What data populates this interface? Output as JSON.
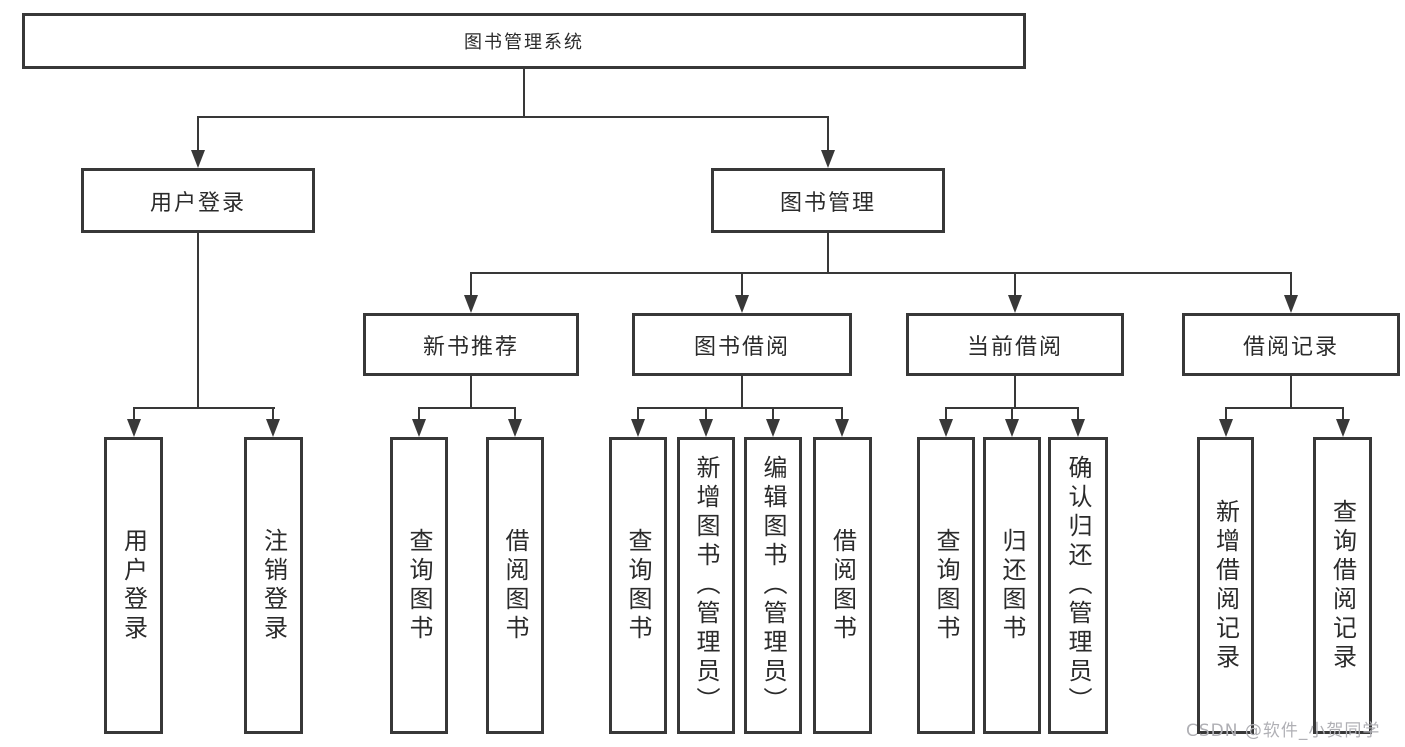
{
  "tree": {
    "label": "图书管理系统",
    "children": [
      {
        "label": "用户登录",
        "children": [
          {
            "label": "用户登录"
          },
          {
            "label": "注销登录"
          }
        ]
      },
      {
        "label": "图书管理",
        "children": [
          {
            "label": "新书推荐",
            "children": [
              {
                "label": "查询图书"
              },
              {
                "label": "借阅图书"
              }
            ]
          },
          {
            "label": "图书借阅",
            "children": [
              {
                "label": "查询图书"
              },
              {
                "label": "新增图书（管理员）"
              },
              {
                "label": "编辑图书（管理员）"
              },
              {
                "label": "借阅图书"
              }
            ]
          },
          {
            "label": "当前借阅",
            "children": [
              {
                "label": "查询图书"
              },
              {
                "label": "归还图书"
              },
              {
                "label": "确认归还（管理员）"
              }
            ]
          },
          {
            "label": "借阅记录",
            "children": [
              {
                "label": "新增借阅记录"
              },
              {
                "label": "查询借阅记录"
              }
            ]
          }
        ]
      }
    ]
  },
  "watermark": {
    "text": "CSDN @软件_小贺同学"
  },
  "colors": {
    "line": "#383838",
    "text": "#2b2b2b",
    "watermark": "#b0b0b5",
    "bg": "#ffffff"
  }
}
